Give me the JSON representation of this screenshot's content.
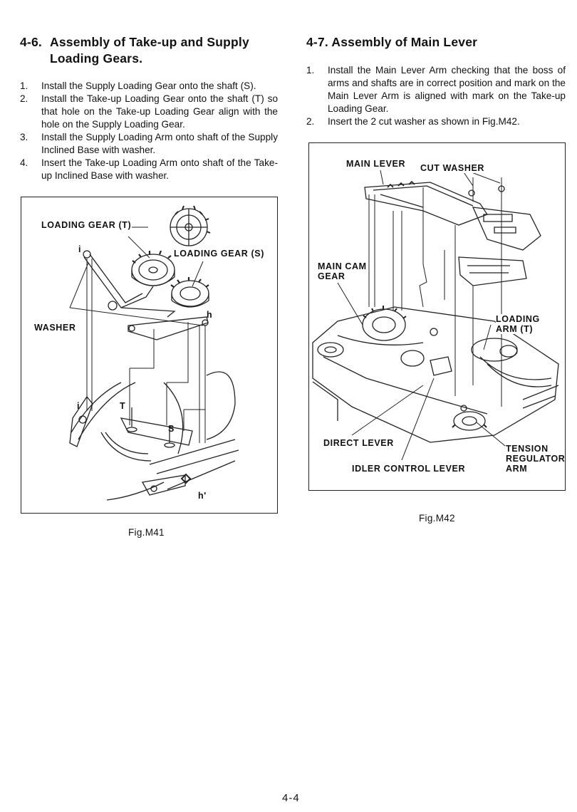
{
  "left_section": {
    "number": "4-6.",
    "title_line1": "Assembly of Take-up and Supply",
    "title_line2": "Loading Gears.",
    "steps": [
      {
        "n": "1.",
        "text": "Install the Supply Loading Gear onto the shaft (S)."
      },
      {
        "n": "2.",
        "text": "Install the Take-up Loading Gear onto the shaft (T) so that hole on the Take-up Loading Gear align with the hole on the Supply Loading Gear."
      },
      {
        "n": "3.",
        "text": "Install the Supply Loading Arm onto shaft of the Supply Inclined Base with washer."
      },
      {
        "n": "4.",
        "text": "Insert the Take-up Loading Arm onto shaft of the Take-up Inclined Base with washer."
      }
    ],
    "figure": {
      "caption": "Fig.M41",
      "labels": {
        "loading_gear_t": "LOADING GEAR (T)",
        "loading_gear_s": "LOADING GEAR (S)",
        "washer": "WASHER",
        "i_top": "i",
        "h": "h",
        "i_bottom": "i",
        "t": "T",
        "s": "S",
        "h_prime": "h'"
      }
    }
  },
  "right_section": {
    "number": "4-7.",
    "title": "Assembly of Main Lever",
    "steps": [
      {
        "n": "1.",
        "text": "Install the Main Lever Arm checking that the boss of arms and shafts are in correct position and mark on the Main Lever Arm is aligned with mark on the Take-up Loading Gear."
      },
      {
        "n": "2.",
        "text": "Insert the 2 cut washer as shown in Fig.M42."
      }
    ],
    "figure": {
      "caption": "Fig.M42",
      "labels": {
        "main_lever": "MAIN LEVER",
        "cut_washer": "CUT WASHER",
        "main_cam_gear": "MAIN CAM\nGEAR",
        "loading_arm_t": "LOADING\nARM (T)",
        "direct_lever": "DIRECT LEVER",
        "tension_regulator_arm": "TENSION\nREGULATOR\nARM",
        "idler_control_lever": "IDLER CONTROL LEVER"
      }
    }
  },
  "page_number": "4-4"
}
